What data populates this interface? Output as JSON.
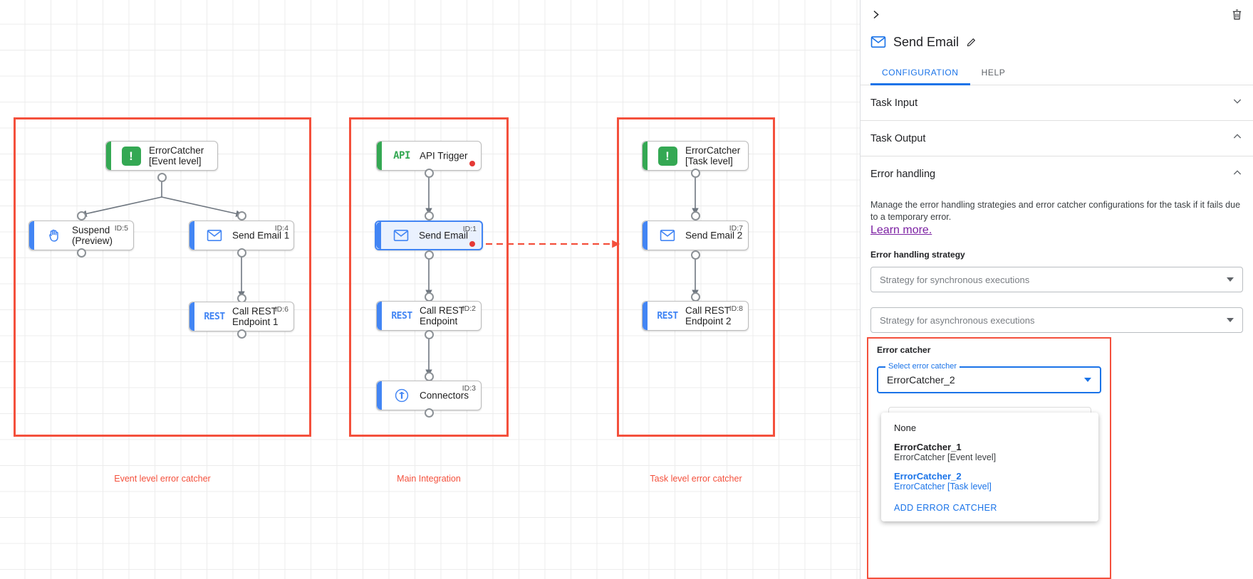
{
  "canvas": {
    "groups": [
      {
        "id": "event-level",
        "caption": "Event level error catcher"
      },
      {
        "id": "main-integration",
        "caption": "Main Integration"
      },
      {
        "id": "task-level",
        "caption": "Task level error catcher"
      }
    ],
    "nodes": [
      {
        "key": "errorcatcher_event",
        "label": "ErrorCatcher\n[Event level]",
        "icon": "error-catcher-icon",
        "badge": "",
        "accent": "green"
      },
      {
        "key": "suspend",
        "label": "Suspend\n(Preview)",
        "icon": "hand-icon",
        "badge": "ID:5",
        "accent": "blue"
      },
      {
        "key": "send_email_1",
        "label": "Send Email 1",
        "icon": "email-icon",
        "badge": "ID:4",
        "accent": "blue"
      },
      {
        "key": "call_rest_1",
        "label": "Call REST\nEndpoint 1",
        "icon": "rest-icon",
        "badge": "ID:6",
        "accent": "blue"
      },
      {
        "key": "api_trigger",
        "label": "API Trigger",
        "icon": "api-icon",
        "badge": "",
        "accent": "green"
      },
      {
        "key": "send_email",
        "label": "Send Email",
        "icon": "email-icon",
        "badge": "ID:1",
        "accent": "blue"
      },
      {
        "key": "call_rest",
        "label": "Call REST\nEndpoint",
        "icon": "rest-icon",
        "badge": "ID:2",
        "accent": "blue"
      },
      {
        "key": "connectors",
        "label": "Connectors",
        "icon": "connectors-icon",
        "badge": "ID:3",
        "accent": "blue"
      },
      {
        "key": "errorcatcher_task",
        "label": "ErrorCatcher\n[Task level]",
        "icon": "error-catcher-icon",
        "badge": "",
        "accent": "green"
      },
      {
        "key": "send_email_2",
        "label": "Send Email 2",
        "icon": "email-icon",
        "badge": "ID:7",
        "accent": "blue"
      },
      {
        "key": "call_rest_2",
        "label": "Call REST\nEndpoint 2",
        "icon": "rest-icon",
        "badge": "ID:8",
        "accent": "blue"
      }
    ]
  },
  "panel": {
    "collapse_icon": "chevron-right-icon",
    "delete_icon": "trash-icon",
    "title": "Send Email",
    "title_icon": "email-icon",
    "edit_icon": "pencil-icon",
    "tabs": [
      {
        "label": "CONFIGURATION",
        "active": true
      },
      {
        "label": "HELP",
        "active": false
      }
    ],
    "sections": [
      {
        "key": "task_input",
        "label": "Task Input",
        "expanded": false
      },
      {
        "key": "task_output",
        "label": "Task Output",
        "expanded": true
      },
      {
        "key": "error_handling",
        "label": "Error handling",
        "expanded": true
      }
    ],
    "error_handling": {
      "description": "Manage the error handling strategies and error catcher configurations for the task if it fails due to a temporary error.",
      "learn_more": "Learn more.",
      "strategy_label": "Error handling strategy",
      "sync_placeholder": "Strategy for synchronous executions",
      "async_placeholder": "Strategy for asynchronous executions",
      "error_catcher_label": "Error catcher",
      "select_float_label": "Select error catcher",
      "selected_value": "ErrorCatcher_2",
      "dropdown": {
        "options": [
          {
            "primary": "None",
            "secondary": "",
            "selected": false,
            "bold": false
          },
          {
            "primary": "ErrorCatcher_1",
            "secondary": "ErrorCatcher [Event level]",
            "selected": false,
            "bold": true
          },
          {
            "primary": "ErrorCatcher_2",
            "secondary": "ErrorCatcher [Task level]",
            "selected": true,
            "bold": true
          }
        ],
        "add_label": "ADD ERROR CATCHER"
      }
    }
  },
  "colors": {
    "accent_blue": "#1a73e8",
    "node_green": "#34a853",
    "node_blue": "#4285f4",
    "highlight_red": "#f4503c",
    "link_purple": "#7b1fa2"
  }
}
